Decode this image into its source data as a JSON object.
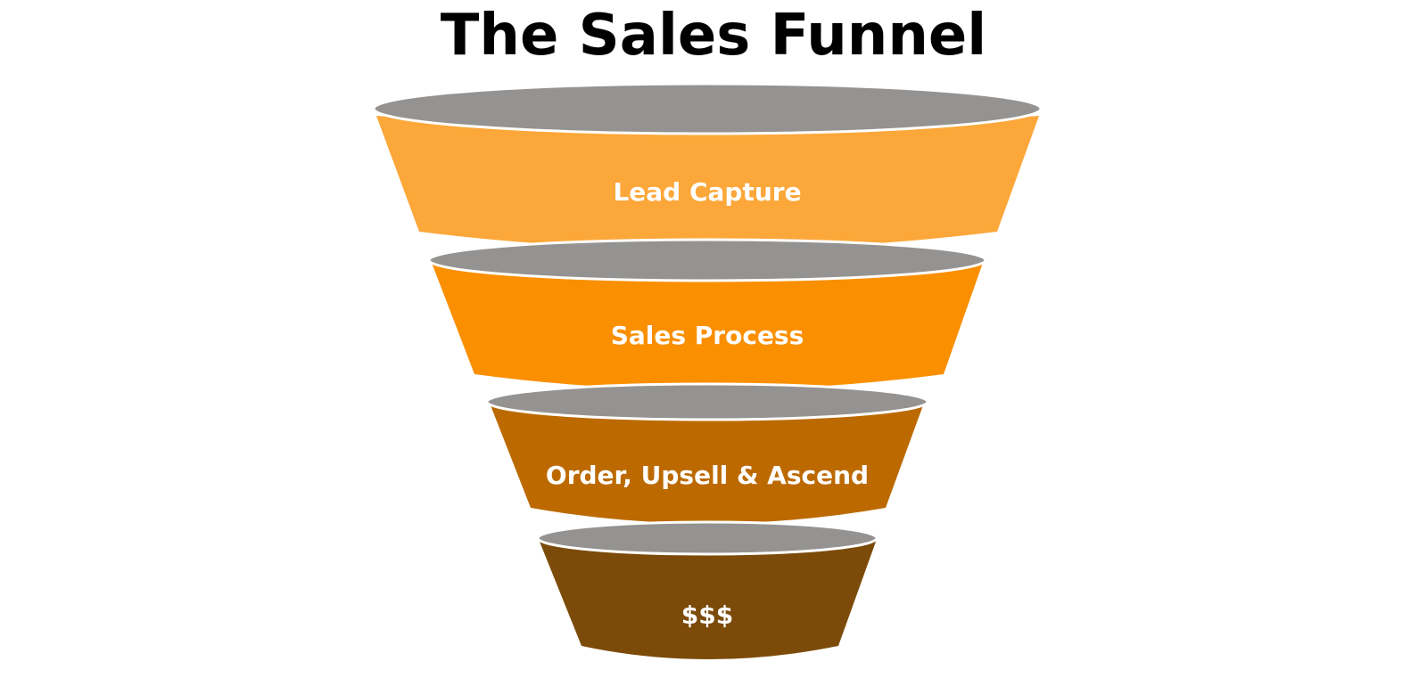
{
  "title": "The Sales Funnel",
  "rim_color": "#959391",
  "stages": [
    {
      "label": "Lead Capture",
      "color": "#FCA739"
    },
    {
      "label": "Sales Process",
      "color": "#FA8F00"
    },
    {
      "label": "Order, Upsell & Ascend",
      "color": "#BC6A00"
    },
    {
      "label": "$$$",
      "color": "#7C4B0A"
    }
  ]
}
